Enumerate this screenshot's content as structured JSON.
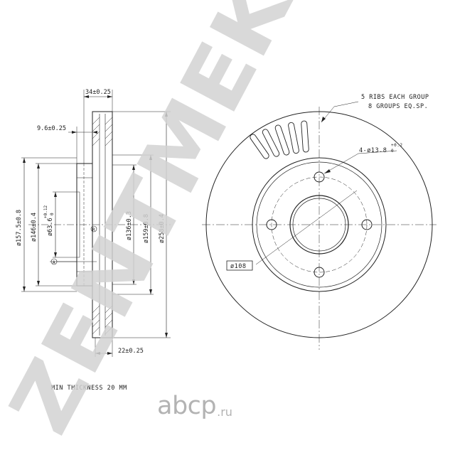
{
  "watermark": {
    "brand": "ZENTMEK",
    "brand_color": "#d2d2d2"
  },
  "side_view": {
    "dims": {
      "width_total": "34±0.25",
      "hat_offset": "9.6±0.25",
      "friction_ring": "22±0.25",
      "d_outer_hat": "ø157.5±0.8",
      "d_hat": "ø146±0.4",
      "d_center": "ø63.6",
      "d_center_tol": "+0.12",
      "d_center_tol_low": "0",
      "d_inner": "ø136±0.3",
      "d_vent": "ø159±0.8",
      "d_outer": "ø258±0.4"
    },
    "datum_a": "A",
    "datum_r": "R"
  },
  "front_view": {
    "ribs_note_1": "5 RIBS EACH GROUP",
    "ribs_note_2": "8 GROUPS EQ.SP.",
    "holes": "4-ø13.8",
    "holes_tol_up": "+0.2",
    "holes_tol_low": "0",
    "pcd": "ø108"
  },
  "min_thickness": "MIN THICKNESS 20 MM",
  "footer": {
    "site": "abcp",
    "tld": ".ru",
    "color": "#b3b3b3"
  }
}
